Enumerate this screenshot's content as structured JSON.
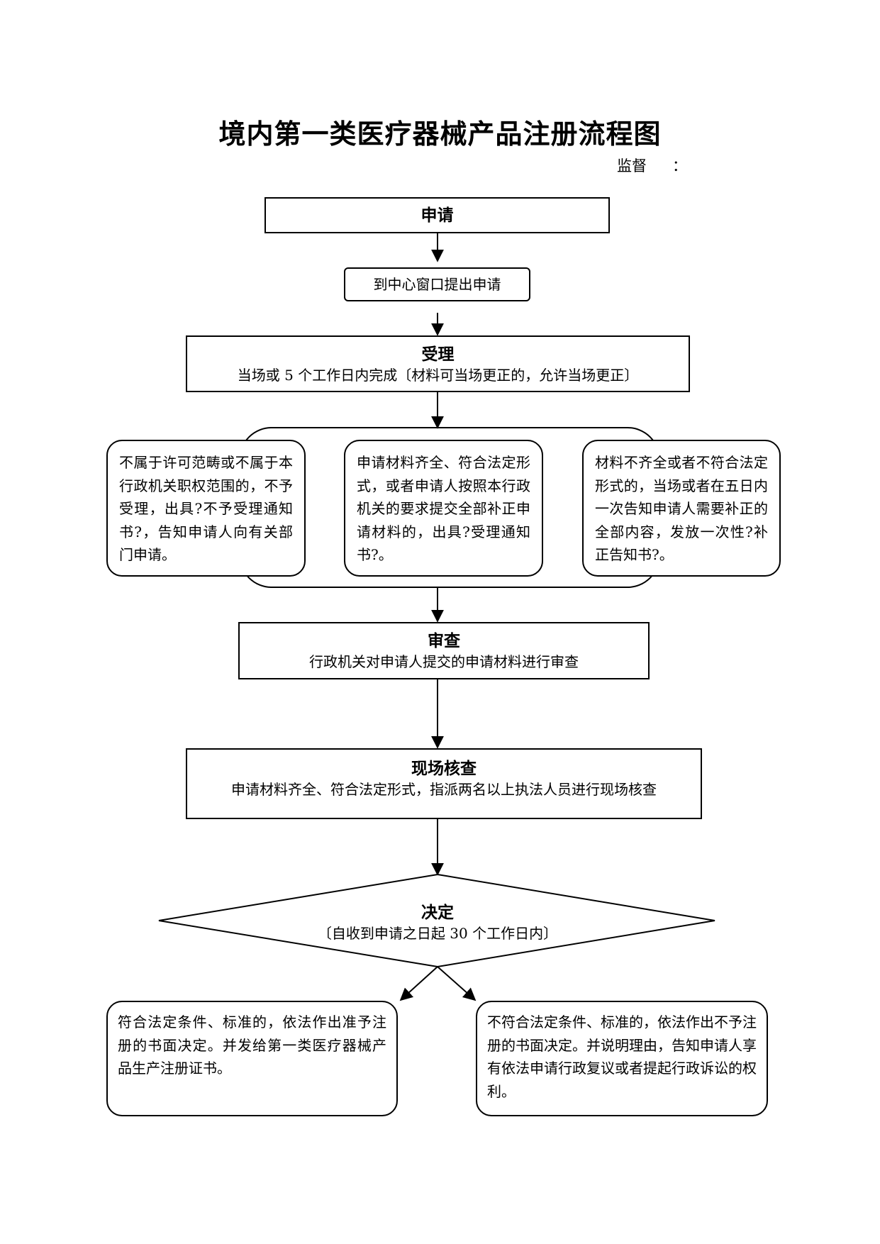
{
  "title": "境内第一类医疗器械产品注册流程图",
  "header_note": {
    "label": "监督",
    "colon": "："
  },
  "steps": {
    "apply": {
      "title": "申请"
    },
    "submit": {
      "text": "到中心窗口提出申请"
    },
    "accept": {
      "title": "受理",
      "detail": "当场或 5 个工作日内完成〔材料可当场更正的，允许当场更正〕"
    },
    "branches": [
      {
        "text": "不属于许可范畴或不属于本行政机关职权范围的，不予受理，出具?不予受理通知书?，告知申请人向有关部门申请。"
      },
      {
        "text": "申请材料齐全、符合法定形式，或者申请人按照本行政机关的要求提交全部补正申请材料的，出具?受理通知书?。"
      },
      {
        "text": "材料不齐全或者不符合法定形式的，当场或者在五日内一次告知申请人需要补正的全部内容，发放一次性?补正告知书?。"
      }
    ],
    "review": {
      "title": "审查",
      "detail": "行政机关对申请人提交的申请材料进行审查"
    },
    "inspect": {
      "title": "现场核查",
      "detail": "申请材料齐全、符合法定形式，指派两名以上执法人员进行现场核查"
    },
    "decide": {
      "title": "决定",
      "detail": "〔自收到申请之日起 30 个工作日内〕"
    },
    "outcomes": [
      {
        "text": "符合法定条件、标准的，依法作出准予注册的书面决定。并发给第一类医疗器械产品生产注册证书。"
      },
      {
        "text": "不符合法定条件、标准的，依法作出不予注册的书面决定。并说明理由，告知申请人享有依法申请行政复议或者提起行政诉讼的权利。"
      }
    ]
  }
}
